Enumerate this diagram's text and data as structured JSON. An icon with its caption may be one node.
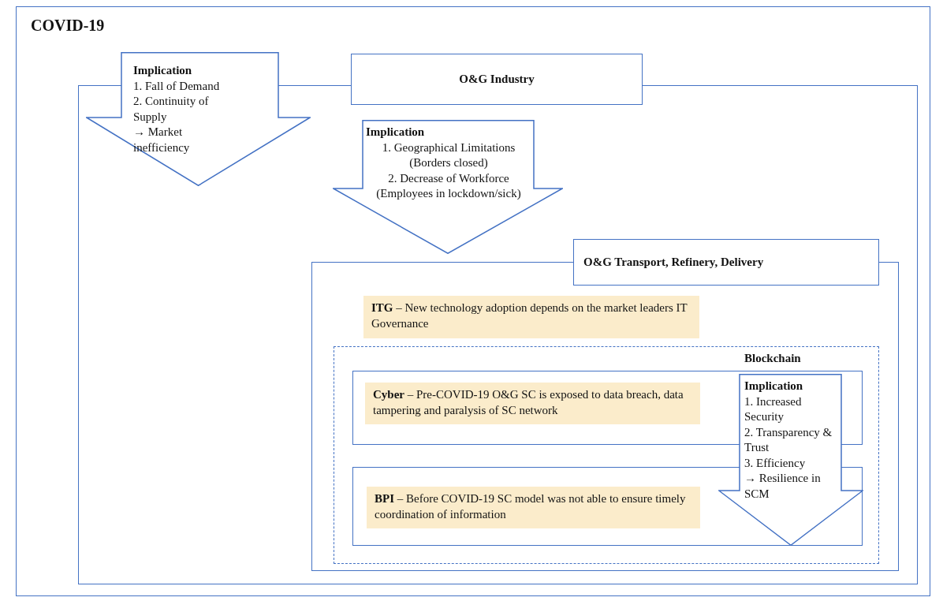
{
  "diagram": {
    "nodes": [
      {
        "text": [
          "COVID-19"
        ]
      },
      {
        "text": [
          "Implication",
          "1. Fall of Demand",
          "2. Continuity of Supply",
          "→ Market inefficiency"
        ],
        "in": 0
      },
      {
        "text": [
          "O&G Industry"
        ],
        "in": 0
      },
      {
        "text": [
          "Implication",
          "1. Geographical Limitations (Borders closed)",
          "2. Decrease of Workforce (Employees in lockdown/sick)"
        ],
        "in": 2
      },
      {
        "text": [
          "O&G Transport, Refinery, Delivery"
        ],
        "in": 2
      },
      {
        "text": [
          "**ITG** – New technology adoption depends on the market leaders IT Governance"
        ],
        "in": 4
      },
      {
        "text": [
          "Blockchain"
        ],
        "in": 4
      },
      {
        "text": [],
        "shape": "box",
        "in": 6
      },
      {
        "text": [
          "**Cyber** – Pre-COVID-19 O&G SC is exposed to  data breach, data tampering and paralysis of SC network"
        ],
        "in": 7
      },
      {
        "text": [],
        "shape": "box",
        "in": 6
      },
      {
        "text": [
          "**BPI** – Before COVID-19 SC model was not able to ensure timely coordination of information"
        ],
        "in": 9
      },
      {
        "text": [
          "Implication",
          "1. Increased Security",
          "2. Transparency & Trust",
          "3. Efficiency",
          "→ Resilience in SCM"
        ],
        "in": 6
      }
    ]
  }
}
